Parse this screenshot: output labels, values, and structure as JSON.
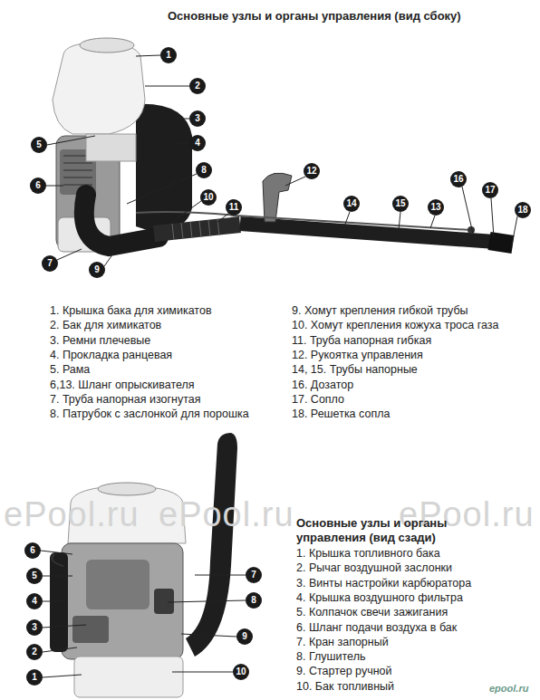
{
  "diagram": {
    "title": "Основные узлы и органы управления (вид сбоку)",
    "nodes": [
      {
        "text": [
          "1"
        ]
      },
      {
        "text": [
          "2"
        ]
      },
      {
        "text": [
          "3"
        ]
      },
      {
        "text": [
          "4"
        ]
      },
      {
        "text": [
          "5"
        ]
      },
      {
        "text": [
          "6"
        ]
      },
      {
        "text": [
          "7"
        ]
      },
      {
        "text": [
          "8"
        ]
      },
      {
        "text": [
          "9"
        ]
      },
      {
        "text": [
          "10"
        ]
      },
      {
        "text": [
          "11"
        ]
      },
      {
        "text": [
          "12"
        ]
      },
      {
        "text": [
          "13"
        ]
      },
      {
        "text": [
          "14"
        ]
      },
      {
        "text": [
          "15"
        ]
      },
      {
        "text": [
          "16"
        ]
      },
      {
        "text": [
          "17"
        ]
      },
      {
        "text": [
          "18"
        ]
      },
      {
        "text": [
          "1"
        ]
      },
      {
        "text": [
          "2"
        ]
      },
      {
        "text": [
          "3"
        ]
      },
      {
        "text": [
          "4"
        ]
      },
      {
        "text": [
          "5"
        ]
      },
      {
        "text": [
          "6"
        ]
      },
      {
        "text": [
          "7"
        ]
      },
      {
        "text": [
          "8"
        ]
      },
      {
        "text": [
          "9"
        ]
      },
      {
        "text": [
          "10"
        ]
      }
    ],
    "labels": [
      "1. Крышка бака для химикатов",
      "2. Бак для химикатов",
      "3. Ремни плечевые",
      "4. Прокладка ранцевая",
      "5. Рама",
      "6,13. Шланг опрыскивателя",
      "7. Труба напорная изогнутая",
      "8. Патрубок с заслонкой для порошка",
      "9. Хомут крепления гибкой трубы",
      "10. Хомут крепления кожуха троса газа",
      "11. Труба напорная гибкая",
      "12. Рукоятка управления",
      "14, 15. Трубы напорные",
      "16. Дозатор",
      "17. Сопло",
      "18. Решетка сопла",
      "Основные узлы и органы управления (вид сзади)",
      "1. Крышка топливного бака",
      "2. Рычаг воздушной заслонки",
      "3. Винты настройки карбюратора",
      "4. Крышка воздушного фильтра",
      "5. Колпачок свечи зажигания",
      "6. Шланг подачи воздуха в бак",
      "7. Кран запорный",
      "8. Глушитель",
      "9. Стартер ручной",
      "10. Бак топливный",
      "ePool.ru",
      "ePool.ru",
      "ePool.ru",
      "epool.ru"
    ]
  }
}
